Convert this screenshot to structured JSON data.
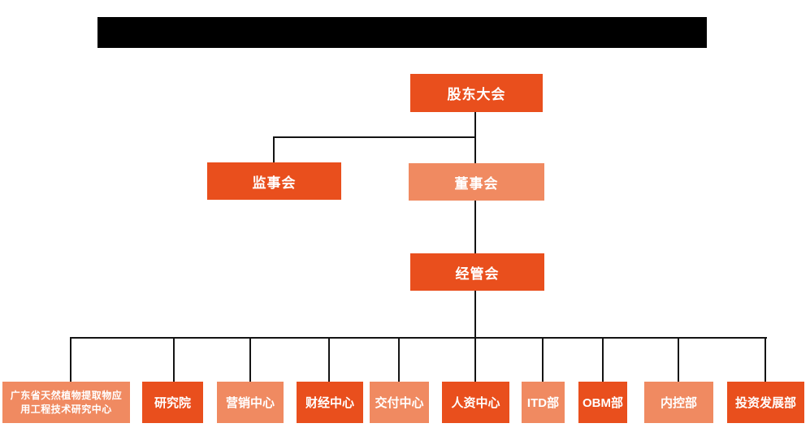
{
  "colors": {
    "primary_orange": "#e94f1d",
    "secondary_salmon": "#f08a61",
    "connector_line": "#141414",
    "redaction_black": "#000000",
    "node_text": "#ffffff"
  },
  "org_chart": {
    "level1": {
      "label": "股东大会"
    },
    "level2": [
      {
        "label": "监事会"
      },
      {
        "label": "董事会"
      }
    ],
    "level3": {
      "label": "经管会"
    },
    "departments": [
      {
        "label": "广东省天然植物提取物应用工程技术研究中心"
      },
      {
        "label": "研究院"
      },
      {
        "label": "营销中心"
      },
      {
        "label": "财经中心"
      },
      {
        "label": "交付中心"
      },
      {
        "label": "人资中心"
      },
      {
        "label": "ITD部"
      },
      {
        "label": "OBM部"
      },
      {
        "label": "内控部"
      },
      {
        "label": "投资发展部"
      }
    ]
  }
}
